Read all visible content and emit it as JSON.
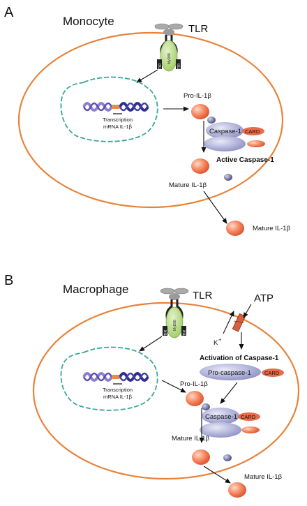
{
  "panel_a": {
    "letter": "A",
    "cell_type": "Monocyte",
    "receptor": "TLR",
    "adaptor": "MyD88",
    "tir": "TIR",
    "transcription_line1": "Transcription",
    "transcription_line2": "mRNA IL-1β",
    "pro_il1b": "Pro-IL-1β",
    "caspase": "Caspase-1",
    "card": "CARD",
    "active_caspase": "Active Caspase-1",
    "mature_il1b": "Mature IL-1β",
    "mature_il1b_out": "Mature IL-1β"
  },
  "panel_b": {
    "letter": "B",
    "cell_type": "Macrophage",
    "receptor": "TLR",
    "adaptor": "MyD88",
    "tir": "TIR",
    "atp": "ATP",
    "potassium": "K",
    "potassium_charge": "+",
    "activation": "Activation of Caspase-1",
    "procaspase": "Pro-caspase-1",
    "card": "CARD",
    "transcription_line1": "Transcription",
    "transcription_line2": "mRNA IL-1β",
    "pro_il1b": "Pro-IL-1β",
    "caspase": "Caspase-1",
    "mature_il1b": "Mature IL-1β",
    "mature_il1b_out": "Mature IL-1β"
  },
  "colors": {
    "cell_membrane": "#e8823a",
    "nuclear_envelope": "#3aa69a",
    "myd88": "#b6d87a",
    "caspase": "#9e9fcf",
    "il1b": "#f07a55",
    "dna": "#2f2f8f"
  }
}
